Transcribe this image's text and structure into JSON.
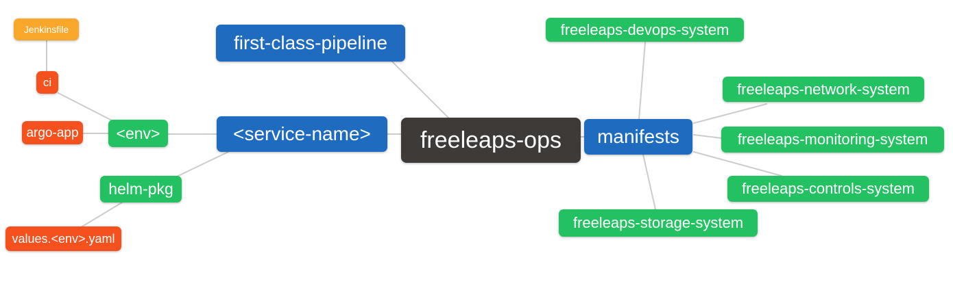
{
  "diagram": {
    "type": "mindmap",
    "root": "freeleaps-ops",
    "palette": {
      "root_dark": "#3d3a38",
      "branch_blue": "#1e6bc0",
      "leaf_green": "#23c162",
      "leaf_orange": "#f9a72b",
      "leaf_deep_orange": "#f4511e",
      "edge_gray": "#cccccc",
      "text_white": "#ffffff",
      "background": "#ffffff"
    },
    "nodes": {
      "freeleaps_ops": {
        "label": "freeleaps-ops",
        "color": "#3d3a38"
      },
      "first_class_pipeline": {
        "label": "first-class-pipeline",
        "color": "#1e6bc0"
      },
      "service_name": {
        "label": "<service-name>",
        "color": "#1e6bc0"
      },
      "manifests": {
        "label": "manifests",
        "color": "#1e6bc0"
      },
      "env": {
        "label": "<env>",
        "color": "#23c162"
      },
      "helm_pkg": {
        "label": "helm-pkg",
        "color": "#23c162"
      },
      "jenkinsfile": {
        "label": "Jenkinsfile",
        "color": "#f9a72b"
      },
      "ci": {
        "label": "ci",
        "color": "#f4511e"
      },
      "argo_app": {
        "label": "argo-app",
        "color": "#f4511e"
      },
      "values_env_yaml": {
        "label": "values.<env>.yaml",
        "color": "#f4511e"
      },
      "devops_system": {
        "label": "freeleaps-devops-system",
        "color": "#23c162"
      },
      "network_system": {
        "label": "freeleaps-network-system",
        "color": "#23c162"
      },
      "monitoring_system": {
        "label": "freeleaps-monitoring-system",
        "color": "#23c162"
      },
      "controls_system": {
        "label": "freeleaps-controls-system",
        "color": "#23c162"
      },
      "storage_system": {
        "label": "freeleaps-storage-system",
        "color": "#23c162"
      }
    },
    "edges": [
      {
        "from": "jenkinsfile",
        "to": "ci"
      },
      {
        "from": "ci",
        "to": "env"
      },
      {
        "from": "argo_app",
        "to": "env"
      },
      {
        "from": "env",
        "to": "service_name"
      },
      {
        "from": "helm_pkg",
        "to": "service_name"
      },
      {
        "from": "values_env_yaml",
        "to": "helm_pkg"
      },
      {
        "from": "first_class_pipeline",
        "to": "freeleaps_ops"
      },
      {
        "from": "service_name",
        "to": "freeleaps_ops"
      },
      {
        "from": "freeleaps_ops",
        "to": "manifests"
      },
      {
        "from": "manifests",
        "to": "devops_system"
      },
      {
        "from": "manifests",
        "to": "network_system"
      },
      {
        "from": "manifests",
        "to": "monitoring_system"
      },
      {
        "from": "manifests",
        "to": "controls_system"
      },
      {
        "from": "manifests",
        "to": "storage_system"
      }
    ]
  }
}
